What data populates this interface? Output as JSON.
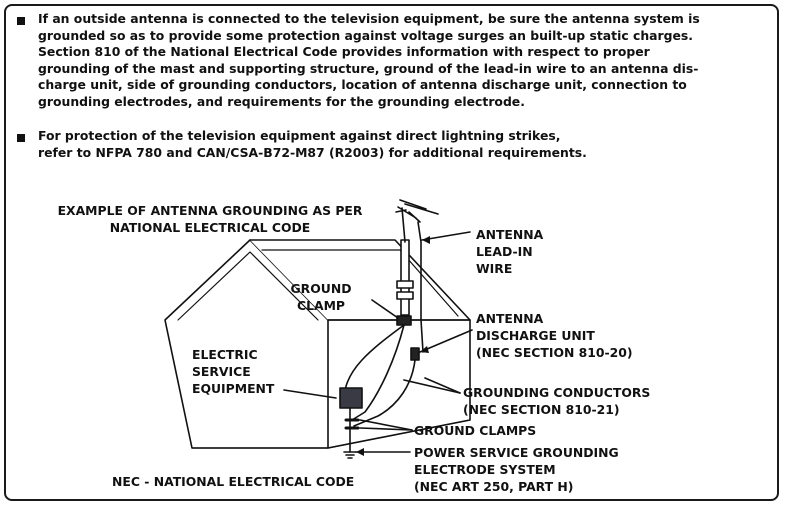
{
  "notice": {
    "bullet1_lines": [
      "If an outside antenna is connected to the television equipment, be sure the antenna system is",
      "grounded so as to provide some protection against voltage surges an built-up static charges.",
      "Section 810 of the National Electrical Code provides information with respect to proper",
      "grounding of the mast and supporting structure, ground of the lead-in wire to an antenna dis-",
      "charge unit, side of grounding conductors, location of antenna discharge unit, connection to",
      "grounding electrodes, and requirements for the grounding electrode."
    ],
    "bullet2_lines": [
      "For protection of the television equipment against direct lightning strikes,",
      "refer to NFPA 780 and CAN/CSA-B72-M87 (R2003)  for additional requirements."
    ]
  },
  "diagram": {
    "title_lines": [
      "EXAMPLE OF ANTENNA GROUNDING AS PER",
      "NATIONAL ELECTRICAL CODE"
    ],
    "lead_in_lines": [
      "ANTENNA",
      "LEAD-IN",
      "WIRE"
    ],
    "ground_clamp_lines": [
      "GROUND",
      "CLAMP"
    ],
    "discharge_lines": [
      "ANTENNA",
      "DISCHARGE UNIT",
      "(NEC SECTION 810-20)"
    ],
    "electric_lines": [
      "ELECTRIC",
      "SERVICE",
      "EQUIPMENT"
    ],
    "conductors_lines": [
      "GROUNDING CONDUCTORS",
      "(NEC SECTION 810-21)"
    ],
    "ground_clamps": "GROUND CLAMPS",
    "power_lines": [
      "POWER SERVICE GROUNDING",
      "ELECTRODE SYSTEM",
      "(NEC ART 250, PART H)"
    ],
    "nec_footer": "NEC - NATIONAL ELECTRICAL CODE"
  },
  "colors": {
    "ink": "#111111",
    "equipment_box": "#3a3a44",
    "border": "#1a1a1a"
  }
}
